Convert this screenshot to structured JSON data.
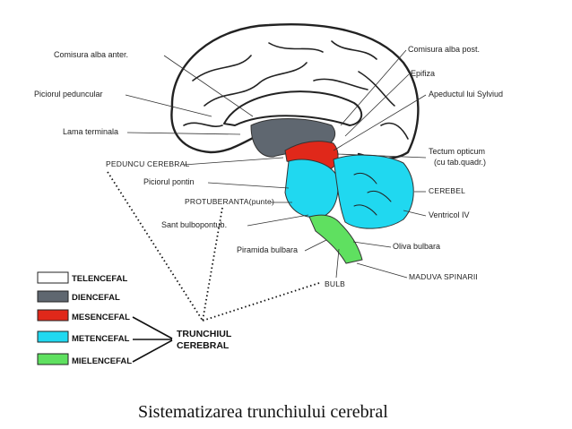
{
  "caption": "Sistematizarea trunchiului cerebral",
  "labels": {
    "comisura_alba_anter": "Comisura alba anter.",
    "piciorul_peduncular": "Piciorul peduncular",
    "lama_terminala": "Lama terminala",
    "peduncul_cerebral": "PEDUNCU CEREBRAL",
    "piciorul_pontin": "Piciorul pontin",
    "protuberanta": "PROTUBERANTA(punte)",
    "sant_bulbopontin": "Sant bulbopontub.",
    "piramida_bulbara": "Piramida bulbara",
    "bulb": "BULB",
    "comisura_alba_post": "Comisura alba post.",
    "epifiza": "Epifiza",
    "apeductul": "Apeductul lui Sylviud",
    "tectum_line1": "Tectum opticum",
    "tectum_line2": "(cu tab.quadr.)",
    "cerebel": "CEREBEL",
    "ventricol": "Ventricol IV",
    "oliva": "Oliva bulbara",
    "maduva": "MADUVA SPINARII"
  },
  "legend": [
    {
      "label": "TELENCEFAL",
      "color": "#ffffff"
    },
    {
      "label": "DIENCEFAL",
      "color": "#5f6770"
    },
    {
      "label": "MESENCEFAL",
      "color": "#e0281a"
    },
    {
      "label": "METENCEFAL",
      "color": "#20d8f0"
    },
    {
      "label": "MIELENCEFAL",
      "color": "#5fe060"
    }
  ],
  "group": {
    "line1": "TRUNCHIUL",
    "line2": "CEREBRAL"
  },
  "colors": {
    "diencefal": "#5f6770",
    "mesencefal": "#e0281a",
    "metencefal": "#20d8f0",
    "mielencefal": "#5fe060"
  }
}
